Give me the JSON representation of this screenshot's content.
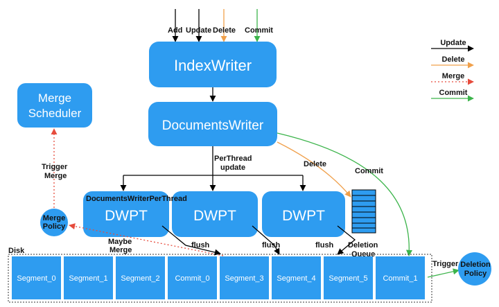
{
  "top_inputs": {
    "add": "Add",
    "update": "Update",
    "delete": "Delete",
    "commit": "Commit"
  },
  "blocks": {
    "index_writer": "IndexWriter",
    "documents_writer": "DocumentsWriter",
    "merge_scheduler_line1": "Merge",
    "merge_scheduler_line2": "Scheduler",
    "dwpt_1": "DWPT",
    "dwpt_2": "DWPT",
    "dwpt_3": "DWPT",
    "dwpt_caption": "DocumentsWriterPerThread",
    "merge_policy_line1": "Merge",
    "merge_policy_line2": "Policy",
    "deletion_policy_line1": "Deletion",
    "deletion_policy_line2": "Policy"
  },
  "edge_labels": {
    "perthread_line1": "PerThread",
    "perthread_line2": "update",
    "delete": "Delete",
    "commit": "Commit",
    "trigger_merge_line1": "Trigger",
    "trigger_merge_line2": "Merge",
    "maybe_merge_line1": "Maybe",
    "maybe_merge_line2": "Merge",
    "flush_1": "flush",
    "flush_2": "flush",
    "flush_3": "flush",
    "trigger": "Trigger"
  },
  "deletion_queue": {
    "line1": "Deletion",
    "line2": "Queue"
  },
  "disk": {
    "label": "Disk",
    "segments": [
      "Segment_0",
      "Segment_1",
      "Segment_2",
      "Commit_0",
      "Segment_3",
      "Segment_4",
      "Segment_5",
      "Commit_1"
    ]
  },
  "legend": [
    {
      "label": "Update",
      "color": "#000000",
      "style": "solid"
    },
    {
      "label": "Delete",
      "color": "#f0a04b",
      "style": "solid"
    },
    {
      "label": "Merge",
      "color": "#e64b3c",
      "style": "dotted"
    },
    {
      "label": "Commit",
      "color": "#3cb44b",
      "style": "solid"
    }
  ],
  "colors": {
    "block": "#2e9cf0",
    "update": "#000000",
    "delete": "#f0a04b",
    "merge": "#e64b3c",
    "commit": "#3cb44b"
  }
}
